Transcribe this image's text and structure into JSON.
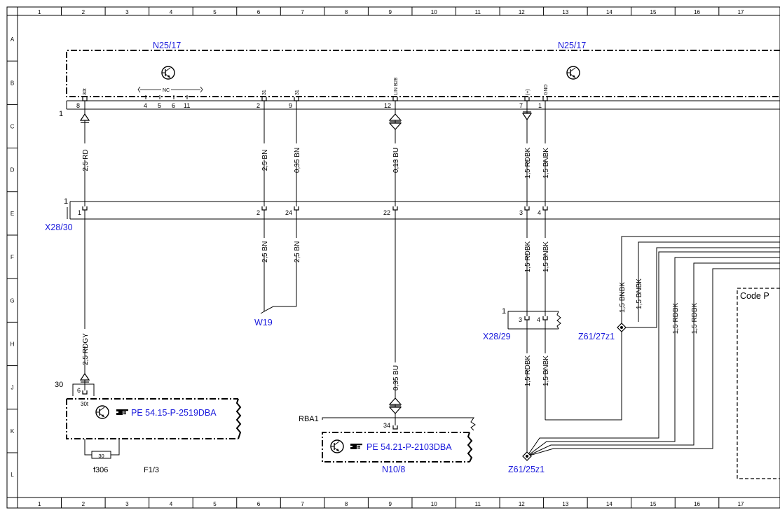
{
  "frame": {
    "columns": [
      "1",
      "2",
      "3",
      "4",
      "5",
      "6",
      "7",
      "8",
      "9",
      "10",
      "11",
      "12",
      "13",
      "14",
      "15",
      "16",
      "17"
    ],
    "rows": [
      "A",
      "B",
      "C",
      "D",
      "E",
      "F",
      "G",
      "H",
      "J",
      "K",
      "L"
    ]
  },
  "components": {
    "n25_left": "N25/17",
    "n25_right": "N25/17",
    "x28_30": "X28/30",
    "w19": "W19",
    "x28_29": "X28/29",
    "z61_27z1": "Z61/27z1",
    "z61_25z1": "Z61/25z1",
    "n10_8": "N10/8",
    "rba1": "RBA1",
    "f306": "f306",
    "f1_3": "F1/3",
    "code_box": "Code P"
  },
  "pins": {
    "n25_30t": "30t",
    "n25_nc": "NC",
    "n25_31a": "31",
    "n25_31b": "31",
    "n25_lin": "LIN B28",
    "n25_plus": "(+)",
    "n25_gnd": "GND",
    "n25_pin_8": "8",
    "n25_pin_4": "4",
    "n25_pin_5": "5",
    "n25_pin_6": "6",
    "n25_pin_11": "11",
    "n25_pin_2": "2",
    "n25_pin_9": "9",
    "n25_pin_12": "12",
    "n25_pin_7": "7",
    "n25_pin_1": "1",
    "n25_conn_1": "1",
    "x28_30_conn_1": "1",
    "x28_30_pin_1": "1",
    "x28_30_pin_2": "2",
    "x28_30_pin_24": "24",
    "x28_30_pin_22": "22",
    "x28_30_pin_3": "3",
    "x28_30_pin_4": "4",
    "x28_29_conn_1": "1",
    "x28_29_pin_3": "3",
    "x28_29_pin_4": "4",
    "f1_conn_30": "30",
    "f1_pin_6": "6",
    "f1_30t": "30t",
    "n10_pin_34": "34",
    "fuse_rating": "30"
  },
  "wires": {
    "w_rd": "2,5 RD",
    "w_bn_a": "2,5 BN",
    "w_bn_b": "0,35 BN",
    "w_bu": "0,13 BU",
    "w_rdbk_a": "1,5 RDBK",
    "w_bnbk_a": "1,5 BNBK",
    "w_bn_c": "2,5 BN",
    "w_bn_d": "2,5 BN",
    "w_rdbk_b": "1,5 RDBK",
    "w_bnbk_b": "1,5 BNBK",
    "w_rdgy": "2,5 RDGY",
    "w_bu_b": "0,35 BU",
    "w_rdbk_c": "1,5 RDBK",
    "w_bnbk_c": "1,5 BNBK",
    "w_bnbk_d": "1,5 BNBK",
    "w_bnbk_e": "1,5 BNBK",
    "w_rdbk_d": "1,5 RDBK",
    "w_rdbk_e": "1,5 RDBK"
  },
  "references": {
    "pe_f1": "PE 54.15-P-2519DBA",
    "pe_n10": "PE 54.21-P-2103DBA"
  },
  "colors": {
    "link_blue": "#1a1adc",
    "line": "#000000"
  }
}
